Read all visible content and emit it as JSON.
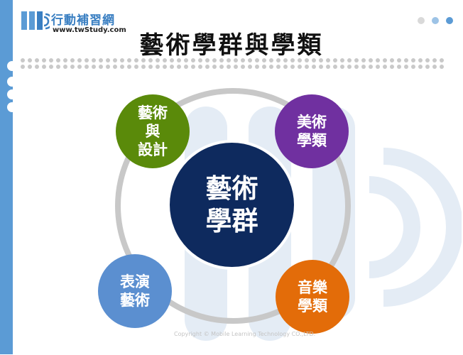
{
  "header": {
    "logo_name": "行動補習網",
    "logo_url": "www.twStudy.com"
  },
  "title": "藝術學群與學類",
  "diagram": {
    "center": {
      "line1": "藝術",
      "line2": "學群"
    },
    "top_left": {
      "line1": "藝術",
      "line2": "與",
      "line3": "設計"
    },
    "top_right": {
      "line1": "美術",
      "line2": "學類"
    },
    "bottom_left": {
      "line1": "表演",
      "line2": "藝術"
    },
    "bottom_right": {
      "line1": "音樂",
      "line2": "學類"
    }
  },
  "footer": {
    "copyright": "Copyright © Mobile Learning Technology CO.,LTD."
  },
  "colors": {
    "center": "#0e2a5e",
    "top_left": "#5a8a0a",
    "top_right": "#7030a0",
    "bottom_left": "#5b8fd0",
    "bottom_right": "#e36c09",
    "accent": "#5b9bd5"
  }
}
